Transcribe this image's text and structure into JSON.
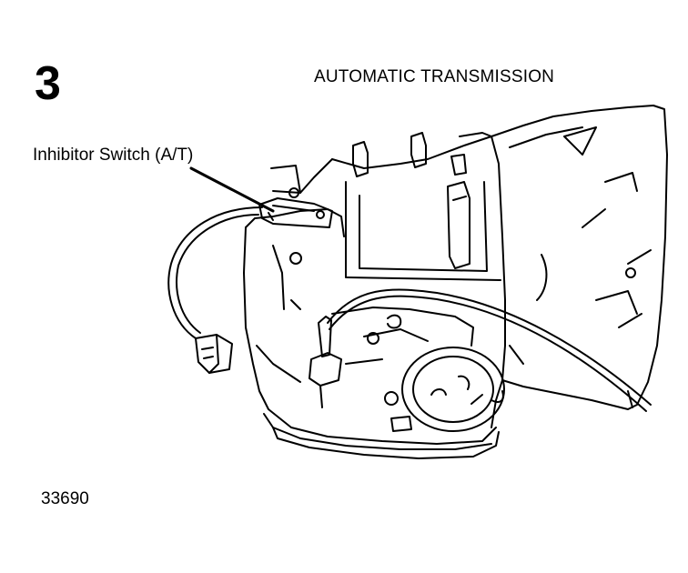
{
  "figure": {
    "step_number": "3",
    "title": "AUTOMATIC TRANSMISSION",
    "callout_label": "Inhibitor Switch (A/T)",
    "figure_id": "33690"
  }
}
